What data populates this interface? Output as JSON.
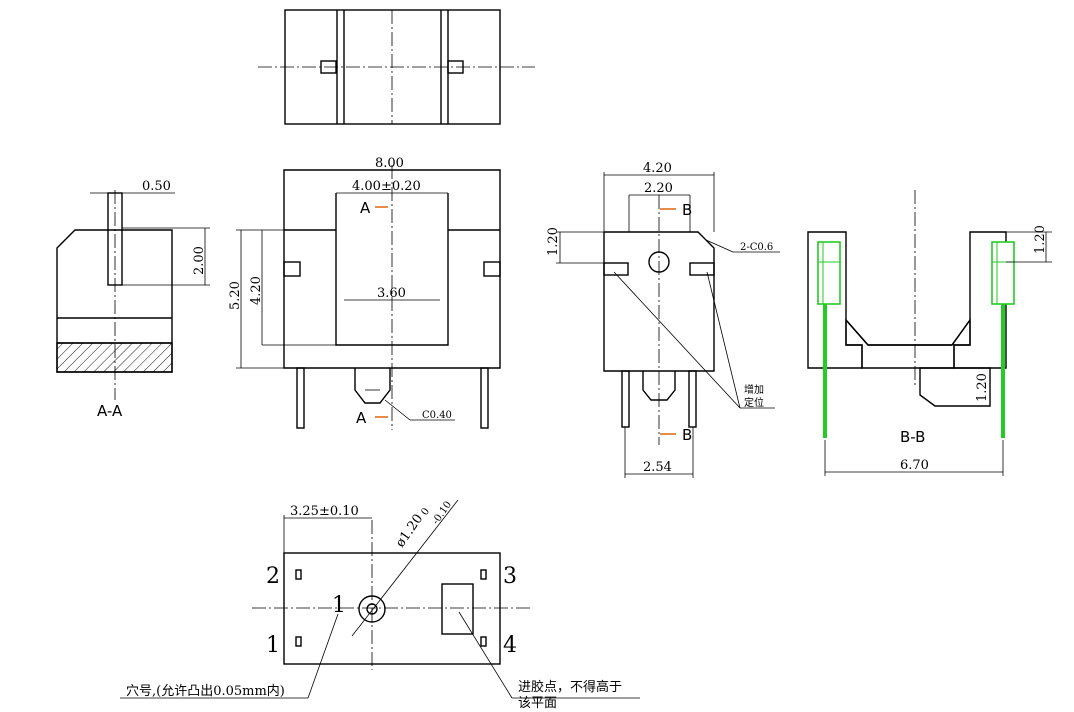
{
  "dims": {
    "w_total": "8.00",
    "w_slot": "4.00±0.20",
    "w_inner": "3.60",
    "h_total": "5.20",
    "h_slot": "4.20",
    "aa_w": "0.50",
    "aa_h": "2.00",
    "side_w": "4.20",
    "side_w2": "2.20",
    "side_h": "1.20",
    "side_pitch": "2.54",
    "chamfer": "2-C0.6",
    "chamfer_front": "C0.40",
    "bb_h": "1.20",
    "bb_h2": "1.20",
    "bb_w": "6.70",
    "bottom_w": "3.25±0.10",
    "bottom_dia": "ø1.20",
    "bottom_tol_hi": "0",
    "bottom_tol_lo": "-0.10"
  },
  "labels": {
    "section_aa": "A-A",
    "section_bb": "B-B",
    "mark_a_top": "A",
    "mark_a_bot": "A",
    "mark_b_top": "B",
    "mark_b_bot": "B",
    "note_add_pos_1": "增加",
    "note_add_pos_2": "定位",
    "note_hole": "穴号,(允许凸出0.05mm内)",
    "note_gate_1": "进胶点，不得高于",
    "note_gate_2": "该平面"
  },
  "pins": [
    "1",
    "2",
    "3",
    "4"
  ],
  "hole_number": "1",
  "colors": {
    "pin_green": "#22cc22",
    "section_mark": "#e07020"
  }
}
